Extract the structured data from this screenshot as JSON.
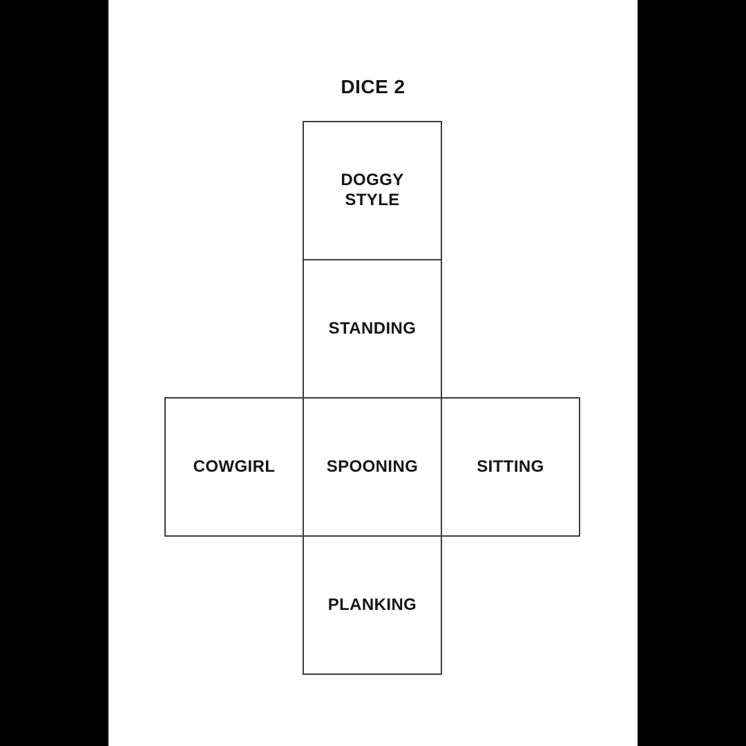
{
  "page": {
    "title": "DICE 2"
  },
  "net": {
    "cells": [
      {
        "id": "doggy-style",
        "label": "DOGGY\nSTYLE"
      },
      {
        "id": "standing",
        "label": "STANDING"
      },
      {
        "id": "cowgirl",
        "label": "COWGIRL"
      },
      {
        "id": "spooning",
        "label": "SPOONING"
      },
      {
        "id": "sitting",
        "label": "SITTING"
      },
      {
        "id": "planking",
        "label": "PLANKING"
      }
    ]
  },
  "colors": {
    "background": "#000000",
    "page": "#ffffff",
    "grid_line": "#3c3c3c",
    "text": "#161616"
  }
}
